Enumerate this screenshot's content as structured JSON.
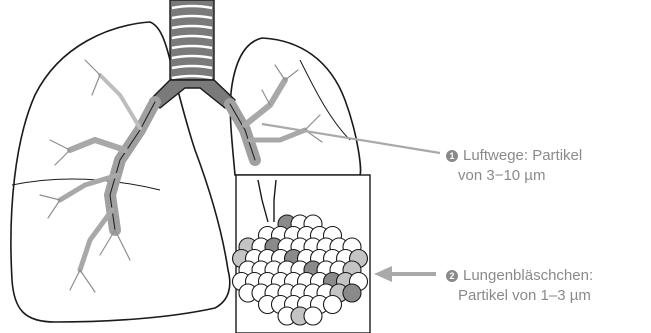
{
  "labels": [
    {
      "marker": "1",
      "line1": "Luftwege: Partikel",
      "line2": "von 3−10 µm"
    },
    {
      "marker": "2",
      "line1": "Lungenbläschchen:",
      "line2": "Partikel von 1–3 µm"
    }
  ],
  "colors": {
    "outline": "#1a1a1a",
    "tissue": "#b8b8b8",
    "dark_tissue": "#6f6f6f",
    "pointer": "#a9a9a9",
    "label_text": "#8a8a8a"
  }
}
